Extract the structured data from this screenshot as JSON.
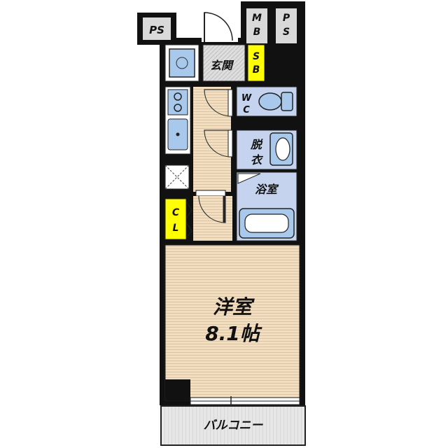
{
  "labels": {
    "ps_left": "PS",
    "mb": "MB",
    "ps_right": "PS",
    "entrance": "玄関",
    "shoe_box": "SB",
    "wc": "WC",
    "dressing": "脱衣",
    "bath": "浴室",
    "closet": "CL",
    "western_room": "洋室",
    "room_size": "8.1帖",
    "balcony": "バルコニー"
  },
  "colors": {
    "wall": "#111111",
    "floor": "#f3dfc0",
    "floor_line": "#e2c398",
    "wet_area": "#c5d3ee",
    "storage": "#ffff00",
    "fixture": "#a8c8ec",
    "balcony": "#e4e4e4",
    "entrance": "#d6d6d6"
  }
}
